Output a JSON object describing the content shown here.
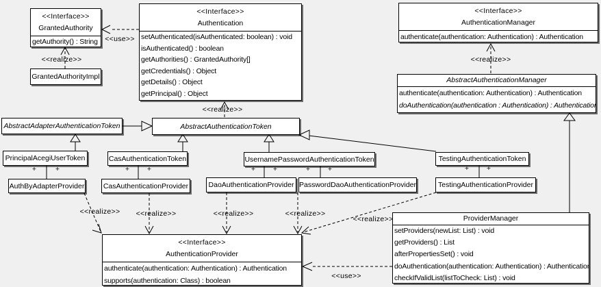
{
  "stereotypes": {
    "interface": "<<Interface>>",
    "realize": "<<realize>>",
    "use": "<<use>>",
    "plus": "+"
  },
  "classes": {
    "granted_authority": {
      "stereotype": "<<Interface>>",
      "name": "GrantedAuthority",
      "methods": [
        "getAuthority() : String"
      ]
    },
    "granted_authority_impl": {
      "name": "GrantedAuthorityImpl"
    },
    "authentication": {
      "stereotype": "<<Interface>>",
      "name": "Authentication",
      "methods": [
        "setAuthenticated(isAuthenticated: boolean) : void",
        "isAuthenticated() : boolean",
        "getAuthorities() : GrantedAuthority[]",
        "getCredentials() : Object",
        "getDetails() : Object",
        "getPrincipal() : Object"
      ]
    },
    "authentication_manager": {
      "stereotype": "<<Interface>>",
      "name": "AuthenticationManager",
      "methods": [
        "authenticate(authentication: Authentication) : Authentication"
      ]
    },
    "abstract_authentication_manager": {
      "name": "AbstractAuthenticationManager",
      "methods": [
        "authenticate(authentication: Authentication) : Authentication",
        "doAuthentication(authentication : Authentication) : Authentication"
      ]
    },
    "abstract_adapter_authentication_token": {
      "name": "AbstractAdapterAuthenticationToken"
    },
    "abstract_authentication_token": {
      "name": "AbstractAuthenticationToken"
    },
    "principal_acegi_user_token": {
      "name": "PrincipalAcegiUserToken"
    },
    "cas_authentication_token": {
      "name": "CasAuthenticationToken"
    },
    "username_password_authentication_token": {
      "name": "UsernamePasswordAuthenticationToken"
    },
    "testing_authentication_token": {
      "name": "TestingAuthenticationToken"
    },
    "auth_by_adapter_provider": {
      "name": "AuthByAdapterProvider"
    },
    "cas_authentication_provider": {
      "name": "CasAuthenticationProvider"
    },
    "dao_authentication_provider": {
      "name": "DaoAuthenticationProvider"
    },
    "password_dao_authentication_provider": {
      "name": "PasswordDaoAuthenticationProvider"
    },
    "testing_authentication_provider": {
      "name": "TestingAuthenticationProvider"
    },
    "authentication_provider": {
      "stereotype": "<<Interface>>",
      "name": "AuthenticationProvider",
      "methods": [
        "authenticate(authentication: Authentication) : Authentication",
        "supports(authentication: Class) : boolean"
      ]
    },
    "provider_manager": {
      "name": "ProviderManager",
      "methods": [
        "setProviders(newList: List) : void",
        "getProviders() : List",
        "afterPropertiesSet() : void",
        "doAuthentication(authentication: Authentication) : Authentication",
        "checkIfValidList(listToCheck: List) : void"
      ]
    }
  },
  "colors": {
    "background": "#f0f0f0",
    "box_fill": "#ffffff",
    "line": "#000000"
  }
}
